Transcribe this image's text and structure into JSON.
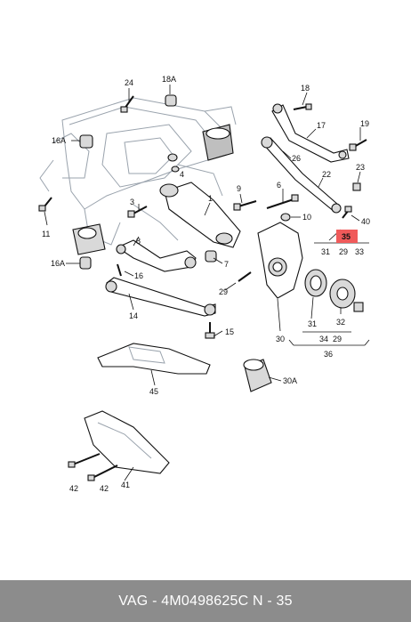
{
  "labels": {
    "l24": "24",
    "l18A": "18A",
    "l18": "18",
    "l17": "17",
    "l19": "19",
    "l16A_top": "16A",
    "l26": "26",
    "l6": "6",
    "l23": "23",
    "l22": "22",
    "l1": "1",
    "l9": "9",
    "l3": "3",
    "l10": "10",
    "l40": "40",
    "l11": "11",
    "l8": "8",
    "l7": "7",
    "l35": "35",
    "l31_top": "31",
    "l29_top": "29",
    "l33": "33",
    "l16A_bottom": "16A",
    "l16": "16",
    "l29_mid": "29",
    "l32": "32",
    "l14": "14",
    "l31_bottom": "31",
    "l15": "15",
    "l30": "30",
    "l34": "34",
    "l29_bottom": "29",
    "l36": "36",
    "l45": "45",
    "l30A": "30A",
    "l42_a": "42",
    "l42_b": "42",
    "l41": "41"
  },
  "highlight": {
    "label": "35",
    "color": "#f05a5a"
  },
  "footer": {
    "text": "VAG - 4M0498625C     N - 35",
    "background": "#8c8c8c"
  }
}
